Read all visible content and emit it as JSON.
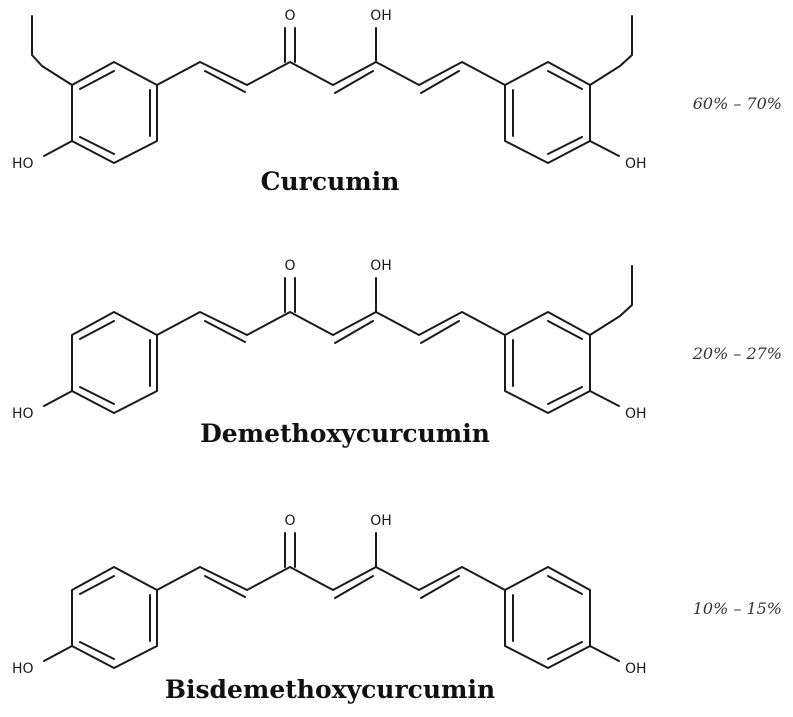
{
  "compounds": [
    {
      "name": "Curcumin",
      "percentage": "60% – 70%",
      "labels": {
        "carbonyl_o": "O",
        "enol_oh": "OH",
        "left_oh": "HO",
        "right_oh": "OH"
      },
      "left_ring": {
        "hydroxy": true,
        "methoxy": true
      },
      "right_ring": {
        "hydroxy": true,
        "methoxy": true
      }
    },
    {
      "name": "Demethoxycurcumin",
      "percentage": "20% – 27%",
      "labels": {
        "carbonyl_o": "O",
        "enol_oh": "OH",
        "left_oh": "HO",
        "right_oh": "OH"
      },
      "left_ring": {
        "hydroxy": true,
        "methoxy": false
      },
      "right_ring": {
        "hydroxy": true,
        "methoxy": true
      }
    },
    {
      "name": "Bisdemethoxycurcumin",
      "percentage": "10% – 15%",
      "labels": {
        "carbonyl_o": "O",
        "enol_oh": "OH",
        "left_oh": "HO",
        "right_oh": "OH"
      },
      "left_ring": {
        "hydroxy": true,
        "methoxy": false
      },
      "right_ring": {
        "hydroxy": true,
        "methoxy": false
      }
    }
  ]
}
